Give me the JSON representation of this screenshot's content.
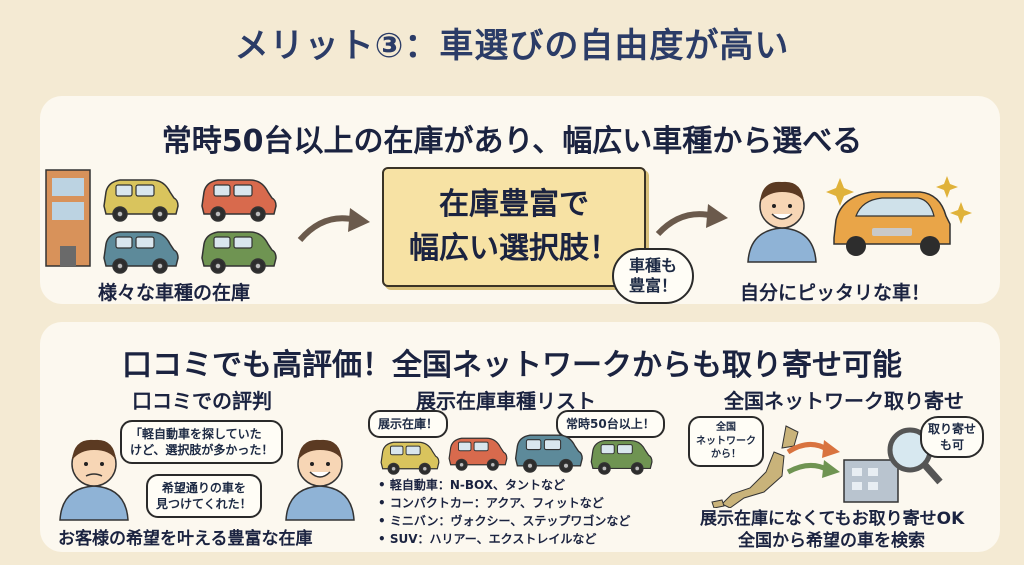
{
  "title": "メリット③：車選びの自由度が高い",
  "panel1": {
    "heading": "常時50台以上の在庫があり、幅広い車種から選べる",
    "stock_caption": "様々な車種の在庫",
    "center_box_line1": "在庫豊富で",
    "center_box_line2": "幅広い選択肢！",
    "badge_line1": "車種も",
    "badge_line2": "豊富！",
    "result_caption": "自分にピッタリな車！"
  },
  "panel2": {
    "heading": "口コミでも高評価！全国ネットワークからも取り寄せ可能",
    "reviews": {
      "title": "口コミでの評判",
      "bubble1_line1": "「軽自動車を探していた",
      "bubble1_line2": "けど、選択肢が多かった！",
      "bubble2_line1": "希望通りの車を",
      "bubble2_line2": "見つけてくれた！",
      "caption": "お客様の希望を叶える豊富な在庫"
    },
    "list": {
      "title": "展示在庫車種リスト",
      "tag_left": "展示在庫！",
      "tag_right": "常時50台以上！",
      "items": [
        "• 軽自動車：N-BOX、タントなど",
        "• コンパクトカー：アクア、フィットなど",
        "• ミニバン：ヴォクシー、ステップワゴンなど",
        "• SUV：ハリアー、エクストレイルなど"
      ]
    },
    "network": {
      "title": "全国ネットワーク取り寄せ",
      "map_bubble_line1": "全国",
      "map_bubble_line2": "ネットワーク",
      "map_bubble_line3": "から！",
      "order_bubble_line1": "取り寄せ",
      "order_bubble_line2": "も可",
      "caption_line1": "展示在庫になくてもお取り寄せOK",
      "caption_line2": "全国から希望の車を検索"
    }
  },
  "colors": {
    "background": "#f4ead3",
    "panel": "#fcf8ef",
    "title": "#2b3c67",
    "box": "#f7e2a4"
  }
}
